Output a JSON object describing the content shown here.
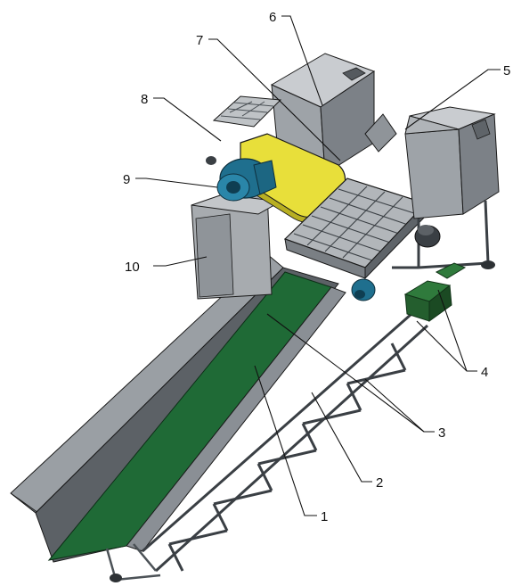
{
  "figure": {
    "kind": "isometric machine drawing with numbered callouts",
    "callouts": [
      {
        "id": "c1",
        "label": "1"
      },
      {
        "id": "c2",
        "label": "2"
      },
      {
        "id": "c3",
        "label": "3"
      },
      {
        "id": "c4",
        "label": "4"
      },
      {
        "id": "c5",
        "label": "5"
      },
      {
        "id": "c6",
        "label": "6"
      },
      {
        "id": "c7",
        "label": "7"
      },
      {
        "id": "c8",
        "label": "8"
      },
      {
        "id": "c9",
        "label": "9"
      },
      {
        "id": "c10",
        "label": "10"
      }
    ],
    "colors": {
      "steel": "#8a8f95",
      "steel_light": "#b7bbbf",
      "steel_dark": "#4c5257",
      "belt_green": "#1f6a36",
      "motor_blue": "#1f6f8e",
      "guard_yellow": "#e8df3a",
      "gearbox_green": "#2f7a3c",
      "line": "#1a1a1a"
    }
  }
}
